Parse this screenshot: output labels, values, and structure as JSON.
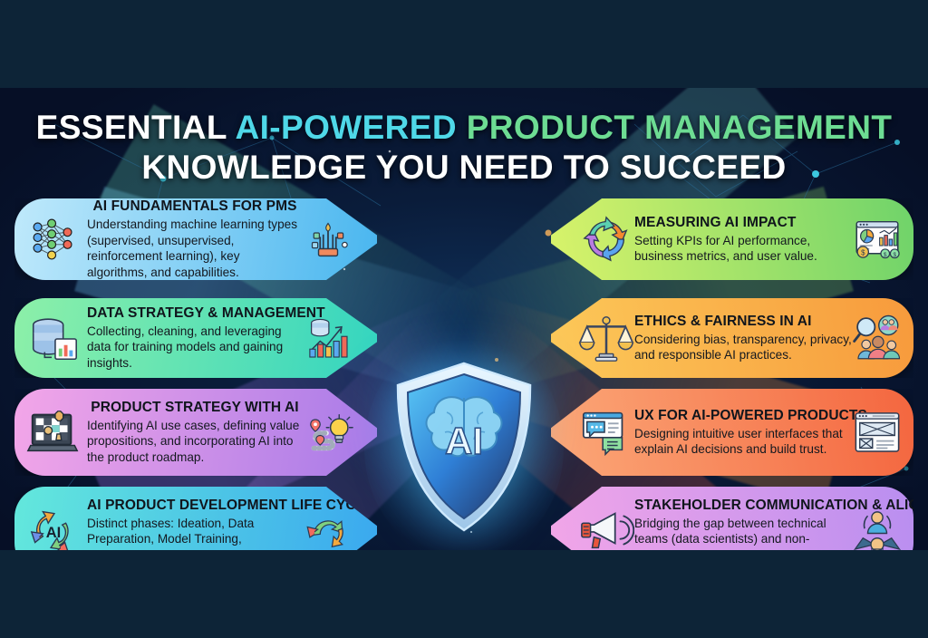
{
  "theme": {
    "letterbox_color": "#0d2437",
    "background_color": "#060f26",
    "title_white": "#ffffff",
    "title_cyan": "#4fd8e8",
    "title_green": "#6ddc93"
  },
  "title": {
    "line1_part1": "ESSENTIAL ",
    "line1_part2": "AI-POWERED ",
    "line1_part3": "PRODUCT MANAGEMENT",
    "line2": "KNOWLEDGE YOU NEED TO SUCCEED"
  },
  "center": {
    "label": "AI",
    "icon": "shield-brain-icon"
  },
  "left_cards": [
    {
      "title": "AI FUNDAMENTALS FOR PMS",
      "body": "Understanding machine learning types (supervised, unsupervised, reinforcement learning), key algorithms, and capabilities.",
      "left_icon": "neural-network-icon",
      "right_icon": "circuit-chip-icon",
      "color_start": "#bfe9fb",
      "color_end": "#49b6ef"
    },
    {
      "title": "DATA STRATEGY & MANAGEMENT",
      "body": "Collecting, cleaning, and leveraging data for training models and gaining insights.",
      "left_icon": "database-stack-icon",
      "right_icon": "bar-chart-growth-icon",
      "color_start": "#8df0a8",
      "color_end": "#34d5c0"
    },
    {
      "title": "PRODUCT STRATEGY WITH AI",
      "body": "Identifying AI use cases, defining value propositions, and incorporating AI into the product roadmap.",
      "left_icon": "chess-laptop-icon",
      "right_icon": "roadmap-lightbulb-icon",
      "color_start": "#f3a6e8",
      "color_end": "#a77ae8"
    },
    {
      "title": "AI PRODUCT DEVELOPMENT LIFE CYCLE",
      "body": "Distinct phases: Ideation, Data Preparation, Model Training, Deployment, Monitoring, and Iteration.",
      "left_icon": "ai-cycle-arrows-icon",
      "right_icon": "cycle-arrows-icon",
      "color_start": "#63e8dc",
      "color_end": "#3aa8ef"
    }
  ],
  "right_cards": [
    {
      "title": "MEASURING AI IMPACT",
      "body": "Setting KPIs for AI performance, business metrics, and user value.",
      "left_icon": "cycle-arrows-icon",
      "right_icon": "analytics-dashboard-icon",
      "color_start": "#6fd36a",
      "color_end": "#d9f36a"
    },
    {
      "title": "ETHICS & FAIRNESS IN AI",
      "body": "Considering bias, transparency, privacy, and responsible AI practices.",
      "left_icon": "scales-justice-icon",
      "right_icon": "magnifier-people-icon",
      "color_start": "#f79a3c",
      "color_end": "#fcc959"
    },
    {
      "title": "UX FOR AI-POWERED PRODUCTS",
      "body": "Designing intuitive user interfaces that explain AI decisions and build trust.",
      "left_icon": "chat-ui-icon",
      "right_icon": "wireframe-icon",
      "color_start": "#f4663f",
      "color_end": "#fba878"
    },
    {
      "title": "STAKEHOLDER COMMUNICATION & ALIGNMENT",
      "body": "Bridging the gap between technical teams (data scientists) and non-technical stakeholders.",
      "left_icon": "megaphone-icon",
      "right_icon": "meeting-people-icon",
      "color_start": "#b98ef0",
      "color_end": "#f2a6e8"
    }
  ]
}
